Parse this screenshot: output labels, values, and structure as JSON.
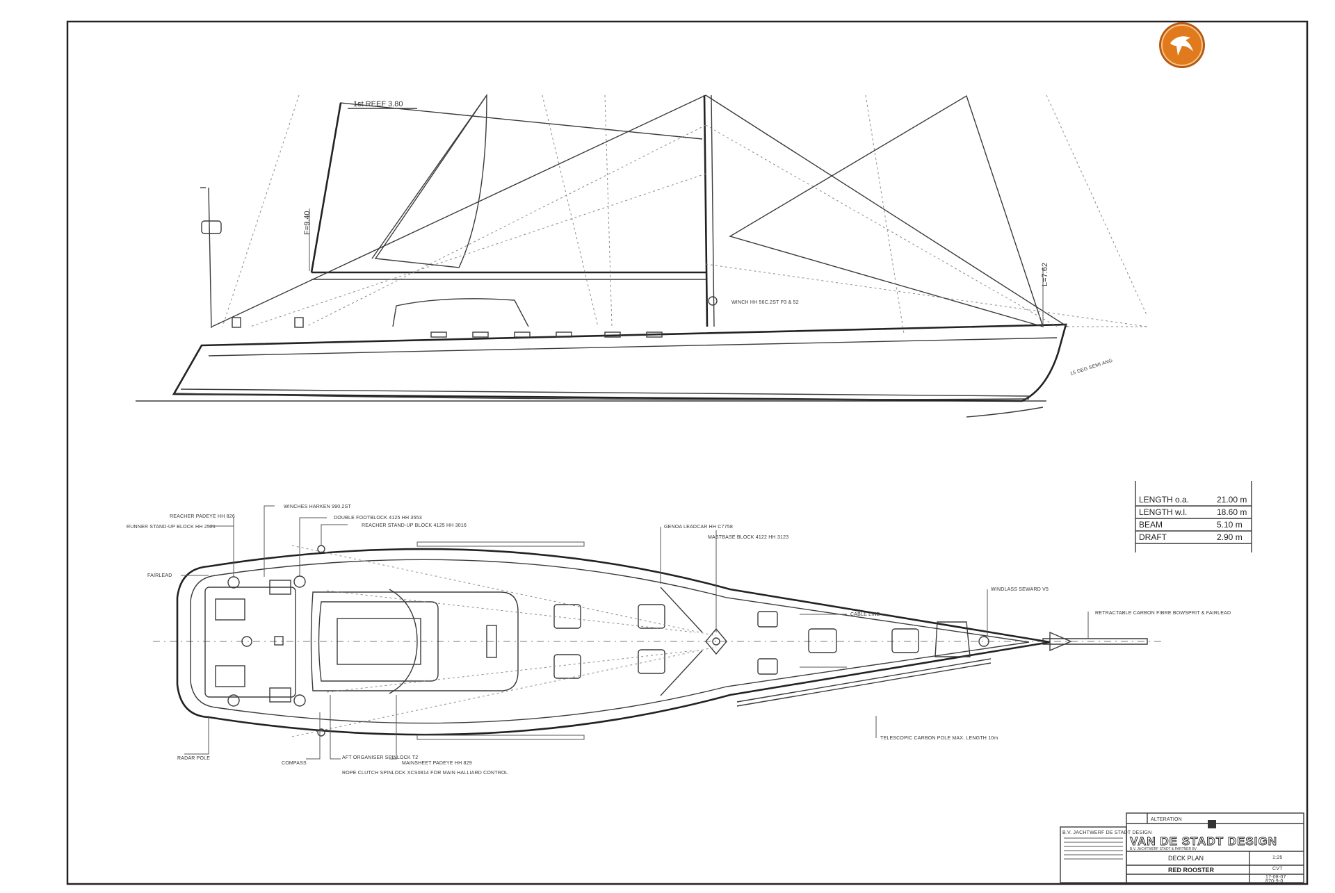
{
  "colors": {
    "paper": "#ffffff",
    "ink": "#2b2b2b",
    "logo": "#e07a1c",
    "logo_dark": "#b85a10"
  },
  "badge": {
    "icon": "seagull-logo-icon"
  },
  "sail_plan": {
    "reef_label": "1st REEF 3.80",
    "fore_label": "F=9.40",
    "luff_label": "L=7.62",
    "winch_label": "WINCH HH 56C.2ST P3 & 52",
    "rake_label": "15 DEG SEMI ANG"
  },
  "deck_plan": {
    "callouts_left": [
      "RUNNER STAND-UP BLOCK HH 2521",
      "REACHER PADEYE HH 826",
      "WINCHES HARKEN 990.2ST",
      "DOUBLE FOOTBLOCK 4125 HH 3553",
      "REACHER STAND-UP BLOCK 4125 HH 3016",
      "FAIRLEAD",
      "RADAR POLE",
      "COMPASS",
      "AFT ORGANISER SPINLOCK T2",
      "ROPE CLUTCH SPINLOCK XCS0814 FOR MAIN HALLIARD CONTROL",
      "MAINSHEET PADEYE HH 829"
    ],
    "callouts_right": [
      "GENOA LEADCAR HH C7758",
      "MASTBASE BLOCK 4122 HH 3123",
      "WINDLASS SEWARD V5",
      "RETRACTABLE CARBON FIBRE BOWSPRIT & FAIRLEAD",
      "CABLE LINE",
      "TELESCOPIC CARBON POLE MAX. LENGTH 10m"
    ]
  },
  "specs": {
    "rows": [
      {
        "label": "LENGTH o.a.",
        "value": "21.00 m"
      },
      {
        "label": "LENGTH w.l.",
        "value": "18.60 m"
      },
      {
        "label": "BEAM",
        "value": "5.10 m"
      },
      {
        "label": "DRAFT",
        "value": "2.90 m"
      }
    ]
  },
  "title_block": {
    "firm": "VAN DE STADT DESIGN",
    "drawing_title": "DECK PLAN",
    "project": "RED ROOSTER",
    "scale": "1:25",
    "drawn_by": "CVT",
    "date": "17-08-07",
    "drawing_no": "870-9-0",
    "rev_header": "ALTERATION",
    "firm_address": "B.V. JACHTWERF STADT & PARTNER BV",
    "note_block": "B.V. JACHTWERF DE STADT DESIGN"
  }
}
